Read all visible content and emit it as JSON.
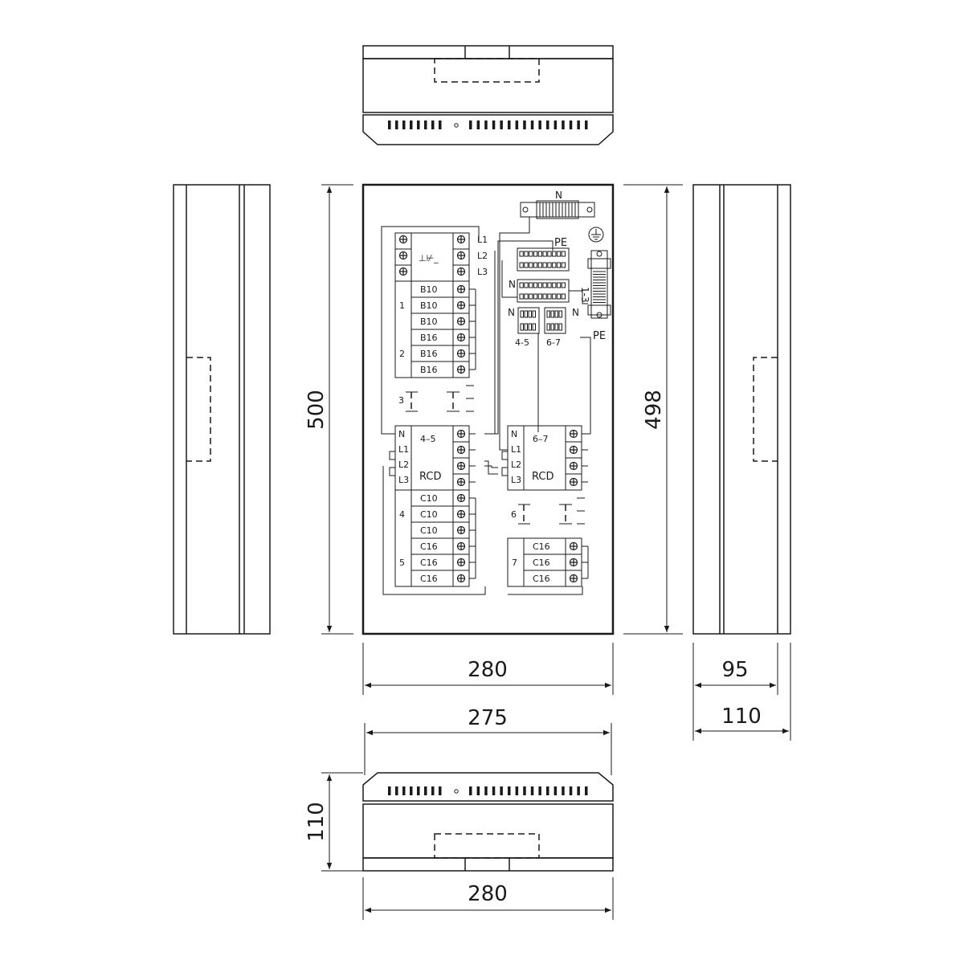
{
  "dimensions": {
    "front_height": "500",
    "side_height": "498",
    "front_width": "280",
    "side_depth": "95",
    "side_depth_total": "110",
    "inner_width": "275",
    "bottom_depth": "110",
    "bottom_width": "280"
  },
  "busbars": {
    "n_top": "N",
    "pe_top": "PE",
    "pe_right": "PE",
    "n_left_mid": "N",
    "n_left_low": "N",
    "n_right_low": "N",
    "group_1_3": "1-3",
    "group_4_5": "4-5",
    "group_6_7": "6-7"
  },
  "main_switch": {
    "phases": [
      "L1",
      "L2",
      "L3"
    ],
    "symbol": "⊥⊬_"
  },
  "breakers_left_top": [
    {
      "group": "",
      "label": "B10"
    },
    {
      "group": "1",
      "label": "B10"
    },
    {
      "group": "",
      "label": "B10"
    },
    {
      "group": "",
      "label": "B16"
    },
    {
      "group": "2",
      "label": "B16"
    },
    {
      "group": "",
      "label": "B16"
    }
  ],
  "spare_left": "3",
  "rcd_left": {
    "title": "4–5",
    "label": "RCD",
    "inputs": [
      "N",
      "L1",
      "L2",
      "L3"
    ]
  },
  "breakers_left_bottom": [
    {
      "group": "",
      "label": "C10"
    },
    {
      "group": "4",
      "label": "C10"
    },
    {
      "group": "",
      "label": "C10"
    },
    {
      "group": "",
      "label": "C16"
    },
    {
      "group": "5",
      "label": "C16"
    },
    {
      "group": "",
      "label": "C16"
    }
  ],
  "rcd_right": {
    "title": "6–7",
    "label": "RCD",
    "inputs": [
      "N",
      "L1",
      "L2",
      "L3"
    ]
  },
  "spare_right": "6",
  "breakers_right_bottom": [
    {
      "group": "",
      "label": "C16"
    },
    {
      "group": "7",
      "label": "C16"
    },
    {
      "group": "",
      "label": "C16"
    }
  ]
}
